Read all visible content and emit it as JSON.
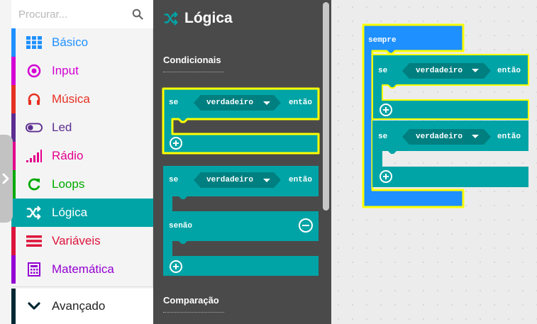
{
  "search": {
    "placeholder": "Procurar..."
  },
  "categories": [
    {
      "label": "Básico",
      "color": "#1e90ff",
      "icon": "grid-icon"
    },
    {
      "label": "Input",
      "color": "#d400d4",
      "icon": "target-icon"
    },
    {
      "label": "Música",
      "color": "#e63022",
      "icon": "headphones-icon"
    },
    {
      "label": "Led",
      "color": "#5c2d91",
      "icon": "toggle-icon"
    },
    {
      "label": "Rádio",
      "color": "#e3008c",
      "icon": "signal-bars-icon"
    },
    {
      "label": "Loops",
      "color": "#00aa00",
      "icon": "refresh-icon"
    },
    {
      "label": "Lógica",
      "color": "#00a4a6",
      "icon": "shuffle-icon"
    },
    {
      "label": "Variáveis",
      "color": "#dc143c",
      "icon": "lines-icon"
    },
    {
      "label": "Matemática",
      "color": "#9400d3",
      "icon": "calculator-icon"
    }
  ],
  "advanced": {
    "label": "Avançado",
    "color": "#002833",
    "icon": "chevron-down-icon"
  },
  "flyout": {
    "title": "Lógica",
    "sections": [
      "Condicionais",
      "Comparação"
    ],
    "if_keyword": "se",
    "true_value": "verdadeiro",
    "then_keyword": "então",
    "else_keyword": "senão"
  },
  "workspace": {
    "forever_label": "sempre",
    "if_keyword": "se",
    "true_value": "verdadeiro",
    "then_keyword": "então"
  },
  "colors": {
    "logic": "#00a4a6",
    "logic_dark": "#007f80",
    "forever": "#1e90ff",
    "highlight": "#ffff00",
    "flyout_bg": "#4a4a4a"
  }
}
